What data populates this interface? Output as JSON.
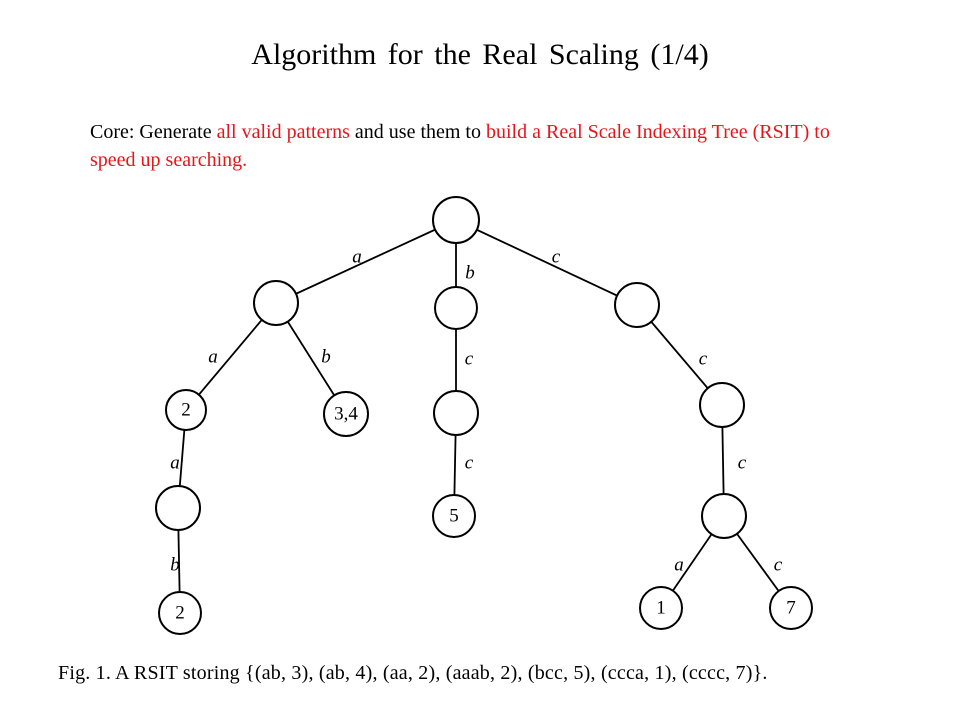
{
  "title": "Algorithm  for the Real Scaling (1/4)",
  "core": {
    "p1": "Core: Generate ",
    "p2": "all valid patterns",
    "p3": " and use them to ",
    "p4": "build a Real Scale Indexing Tree (RSIT) to speed up searching."
  },
  "tree": {
    "nodes": [
      {
        "id": "root",
        "label": ""
      },
      {
        "id": "n-a",
        "label": ""
      },
      {
        "id": "n-b",
        "label": ""
      },
      {
        "id": "n-c",
        "label": ""
      },
      {
        "id": "n-aa",
        "label": "2"
      },
      {
        "id": "n-ab",
        "label": "3,4"
      },
      {
        "id": "n-bc",
        "label": ""
      },
      {
        "id": "n-cc",
        "label": ""
      },
      {
        "id": "n-aaa",
        "label": ""
      },
      {
        "id": "n-bcc",
        "label": "5"
      },
      {
        "id": "n-ccc",
        "label": ""
      },
      {
        "id": "n-aaab",
        "label": "2"
      },
      {
        "id": "n-ccca",
        "label": "1"
      },
      {
        "id": "n-cccc",
        "label": "7"
      }
    ],
    "edges": [
      {
        "from": "root",
        "to": "n-a",
        "label": "a"
      },
      {
        "from": "root",
        "to": "n-b",
        "label": "b"
      },
      {
        "from": "root",
        "to": "n-c",
        "label": "c"
      },
      {
        "from": "n-a",
        "to": "n-aa",
        "label": "a"
      },
      {
        "from": "n-a",
        "to": "n-ab",
        "label": "b"
      },
      {
        "from": "n-b",
        "to": "n-bc",
        "label": "c"
      },
      {
        "from": "n-c",
        "to": "n-cc",
        "label": "c"
      },
      {
        "from": "n-aa",
        "to": "n-aaa",
        "label": "a"
      },
      {
        "from": "n-bc",
        "to": "n-bcc",
        "label": "c"
      },
      {
        "from": "n-cc",
        "to": "n-ccc",
        "label": "c"
      },
      {
        "from": "n-aaa",
        "to": "n-aaab",
        "label": "b"
      },
      {
        "from": "n-ccc",
        "to": "n-ccca",
        "label": "a"
      },
      {
        "from": "n-ccc",
        "to": "n-cccc",
        "label": "c"
      }
    ]
  },
  "caption": "Fig. 1. A RSIT storing {(ab, 3), (ab, 4), (aa, 2), (aaab, 2), (bcc, 5), (ccca, 1), (cccc, 7)}."
}
